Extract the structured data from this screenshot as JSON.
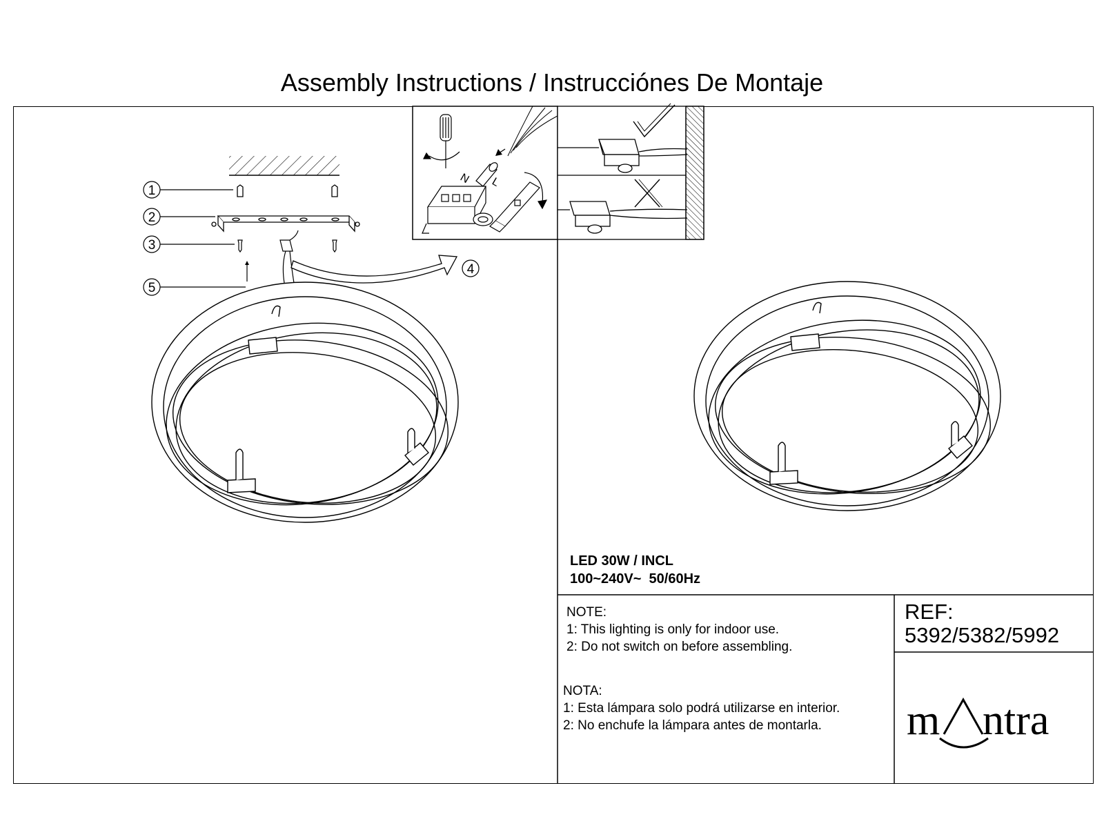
{
  "title": "Assembly Instructions / Instrucciónes De Montaje",
  "callouts": [
    "1",
    "2",
    "3",
    "4",
    "5"
  ],
  "wiring": {
    "neutral": "N",
    "live": "L"
  },
  "spec": {
    "line1": "LED 30W / INCL",
    "line2": "100~240V~  50/60Hz"
  },
  "notes": {
    "en": {
      "heading": "NOTE:",
      "items": [
        "1: This lighting is only for indoor use.",
        "2: Do not switch on before assembling."
      ]
    },
    "es": {
      "heading": "NOTA:",
      "items": [
        "1: Esta lámpara solo podrá utilizarse en interior.",
        "2: No enchufe la lámpara antes de montarla."
      ]
    }
  },
  "ref": {
    "label": "REF:",
    "codes": "5392/5382/5992"
  },
  "brand": {
    "logo": "mAntra"
  }
}
